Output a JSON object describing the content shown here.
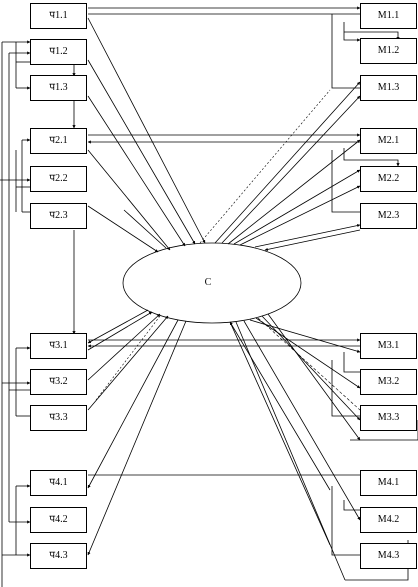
{
  "diagram": {
    "central_node": {
      "label": "C"
    },
    "left_nodes": [
      {
        "id": "P1.1",
        "label": "प1.1"
      },
      {
        "id": "P1.2",
        "label": "प1.2"
      },
      {
        "id": "P1.3",
        "label": "प1.3"
      },
      {
        "id": "P2.1",
        "label": "प2.1"
      },
      {
        "id": "P2.2",
        "label": "प2.2"
      },
      {
        "id": "P2.3",
        "label": "प2.3"
      },
      {
        "id": "P3.1",
        "label": "प3.1"
      },
      {
        "id": "P3.2",
        "label": "प3.2"
      },
      {
        "id": "P3.3",
        "label": "प3.3"
      },
      {
        "id": "P4.1",
        "label": "प4.1"
      },
      {
        "id": "P4.2",
        "label": "प4.2"
      },
      {
        "id": "P4.3",
        "label": "प4.3"
      }
    ],
    "right_nodes": [
      {
        "id": "M1.1",
        "label": "M1.1"
      },
      {
        "id": "M1.2",
        "label": "M1.2"
      },
      {
        "id": "M1.3",
        "label": "M1.3"
      },
      {
        "id": "M2.1",
        "label": "M2.1"
      },
      {
        "id": "M2.2",
        "label": "M2.2"
      },
      {
        "id": "M2.3",
        "label": "M2.3"
      },
      {
        "id": "M3.1",
        "label": "M3.1"
      },
      {
        "id": "M3.2",
        "label": "M3.2"
      },
      {
        "id": "M3.3",
        "label": "M3.3"
      },
      {
        "id": "M4.1",
        "label": "M4.1"
      },
      {
        "id": "M4.2",
        "label": "M4.2"
      },
      {
        "id": "M4.3",
        "label": "M4.3"
      }
    ],
    "colors": {
      "stroke": "#000000",
      "background": "#ffffff"
    }
  }
}
